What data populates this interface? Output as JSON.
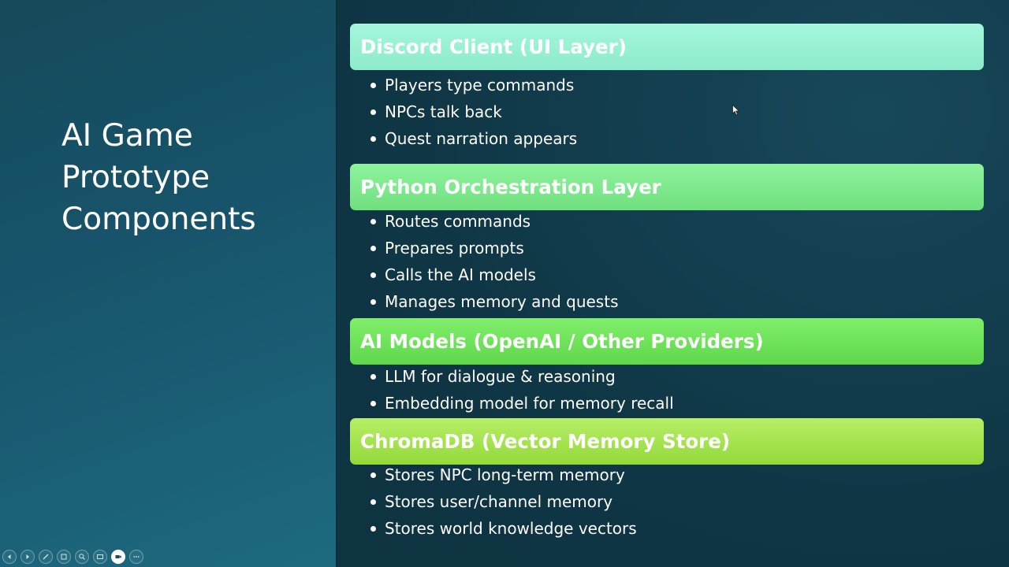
{
  "slide": {
    "title_lines": [
      "AI Game",
      "Prototype",
      "Components"
    ]
  },
  "sections": [
    {
      "header": "Discord Client (UI Layer)",
      "color": "#9df2d6",
      "bullets": [
        "Players type commands",
        "NPCs talk back",
        "Quest narration appears"
      ]
    },
    {
      "header": "Python Orchestration Layer",
      "color": "#80ea8f",
      "bullets": [
        "Routes commands",
        "Prepares prompts",
        "Calls the AI models",
        "Manages memory and quests"
      ]
    },
    {
      "header": "AI Models (OpenAI / Other Providers)",
      "color": "#70e35b",
      "bullets": [
        "LLM for dialogue & reasoning",
        "Embedding model for memory recall"
      ]
    },
    {
      "header": "ChromaDB (Vector Memory Store)",
      "color": "#a6e450",
      "bullets": [
        "Stores NPC long-term memory",
        "Stores user/channel memory",
        "Stores world knowledge vectors"
      ]
    }
  ],
  "toolbar": {
    "buttons": [
      "previous-icon",
      "next-icon",
      "pen-icon",
      "slides-icon",
      "zoom-icon",
      "subtitles-icon",
      "camera-icon",
      "more-icon"
    ],
    "active": "camera-icon"
  }
}
